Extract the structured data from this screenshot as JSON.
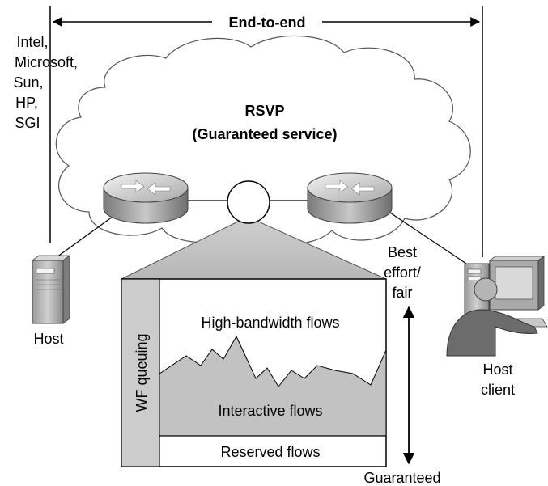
{
  "header": {
    "end_to_end": "End-to-end"
  },
  "vendors": [
    "Intel,",
    "Microsoft,",
    "Sun,",
    "HP,",
    "SGI"
  ],
  "cloud": {
    "title_line1": "RSVP",
    "title_line2": "(Guaranteed service)"
  },
  "hosts": {
    "left_label": "Host",
    "right_label_line1": "Host",
    "right_label_line2": "client"
  },
  "queue": {
    "side_label": "WF queuing",
    "high_bandwidth": "High-bandwidth flows",
    "interactive": "Interactive flows",
    "reserved": "Reserved flows"
  },
  "scale": {
    "top_line1": "Best",
    "top_line2": "effort/",
    "top_line3": "fair",
    "bottom": "Guaranteed"
  }
}
